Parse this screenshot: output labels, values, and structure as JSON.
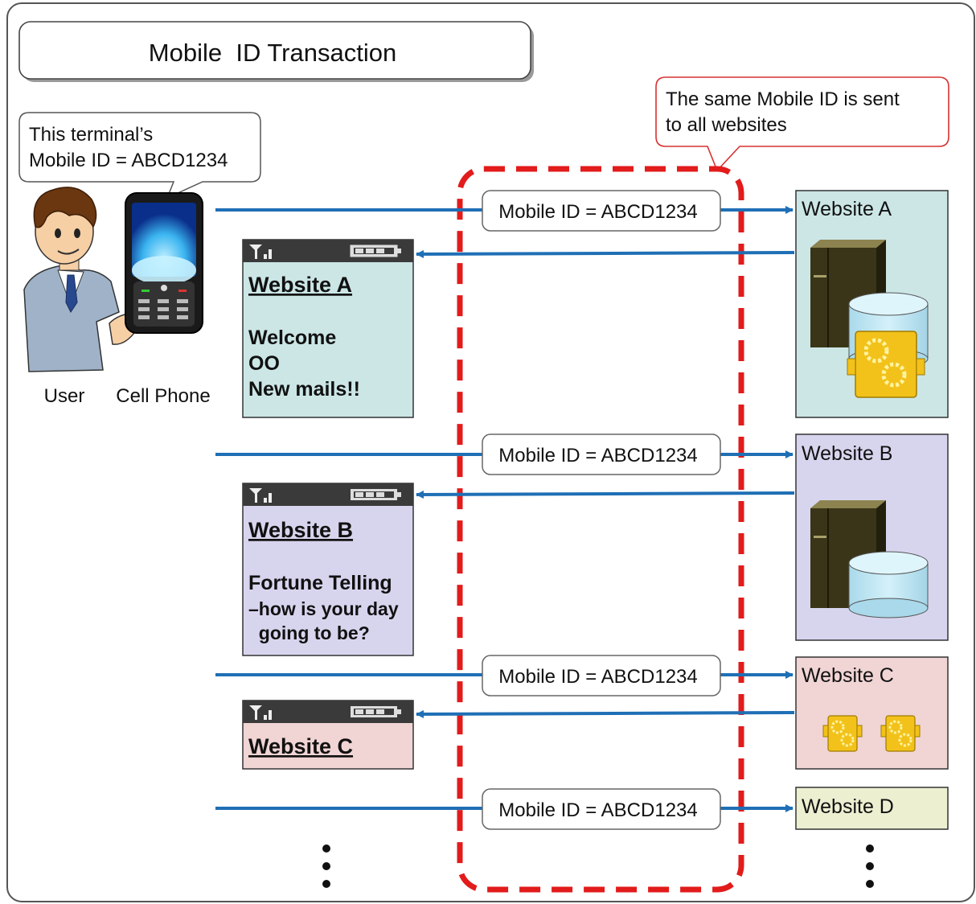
{
  "title": "Mobile  ID Transaction",
  "callouts": {
    "terminal": [
      "This terminal’s",
      "Mobile ID = ABCD1234"
    ],
    "same_id": [
      "The same Mobile ID is sent",
      "to all websites"
    ]
  },
  "actors": {
    "user_label": "User",
    "phone_label": "Cell Phone"
  },
  "request_label": "Mobile ID = ABCD1234",
  "websites": [
    {
      "name": "Website A",
      "color": "#cce6e6"
    },
    {
      "name": "Website B",
      "color": "#d7d5ee"
    },
    {
      "name": "Website C",
      "color": "#f1d4d4"
    },
    {
      "name": "Website D",
      "color": "#ecefd0"
    }
  ],
  "phone_screens": [
    {
      "title": "Website A",
      "lines": [
        "Welcome",
        "OO",
        "New mails!!"
      ],
      "color": "#cce6e6"
    },
    {
      "title": "Website B",
      "lines": [
        "Fortune Telling",
        "–how is your day",
        "  going to be?"
      ],
      "color": "#d7d5ee"
    },
    {
      "title": "Website C",
      "lines": [],
      "color": "#f1d4d4"
    }
  ],
  "colors": {
    "arrow": "#1f6fb5",
    "dashed_box": "#e21b1b",
    "callout_border": "#d83030",
    "server_dark": "#3a3518",
    "cylinder": "#bfe4ef",
    "gear": "#f2c21b"
  }
}
